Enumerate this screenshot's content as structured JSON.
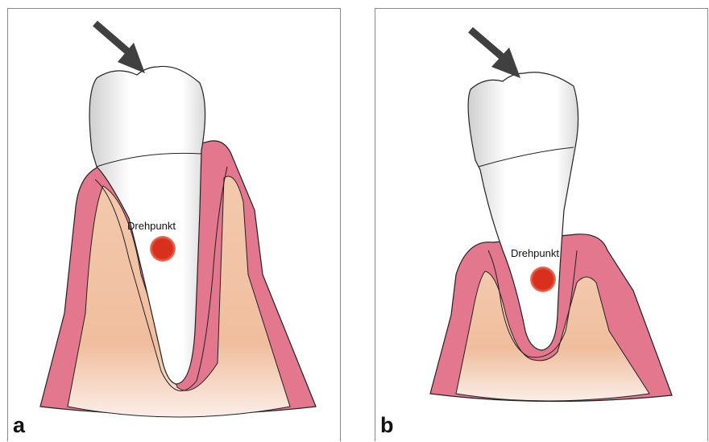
{
  "panels": [
    {
      "letter": "a",
      "pivot_label": "Drehpunkt"
    },
    {
      "letter": "b",
      "pivot_label": "Drehpunkt"
    }
  ],
  "colors": {
    "gum": "#e2778e",
    "bone_light": "#f7e2d8",
    "bone_dark": "#efb793",
    "tooth": "#ffffff",
    "tooth_shade": "#d6d6d6",
    "pivot": "#d8301c",
    "arrow": "#404040",
    "outline": "#222222"
  }
}
